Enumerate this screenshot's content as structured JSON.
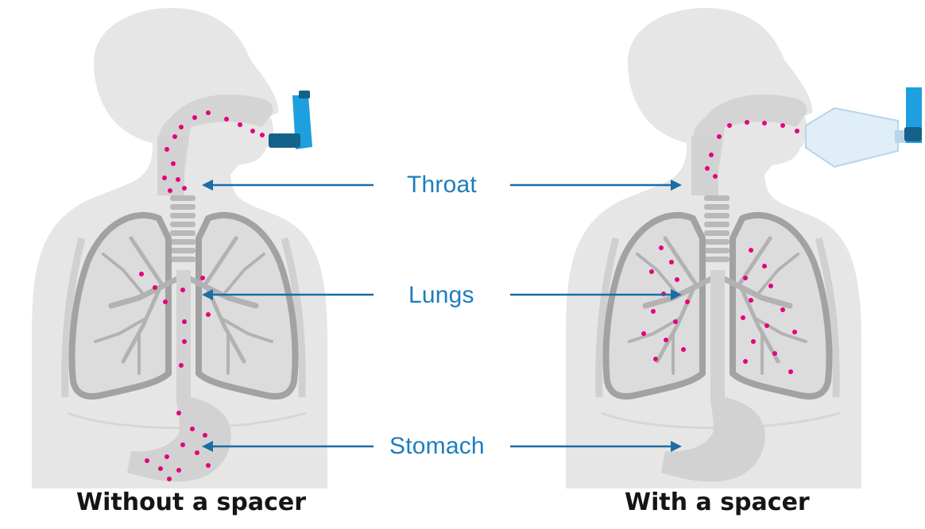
{
  "labels": {
    "throat": "Throat",
    "lungs": "Lungs",
    "stomach": "Stomach"
  },
  "captions": {
    "left": "Without a spacer",
    "right": "With a spacer"
  },
  "colors": {
    "body": "#e6e6e6",
    "organ_dark": "#a2a2a2",
    "organ_mid": "#b9b9b9",
    "organ_light": "#d0d0d0",
    "particle": "#e5007e",
    "arrow": "#1c6ca6",
    "label_text": "#1e7dbd",
    "inhaler": "#1e9fe0",
    "inhaler_dark": "#14628a",
    "spacer": "#dfeef7"
  }
}
